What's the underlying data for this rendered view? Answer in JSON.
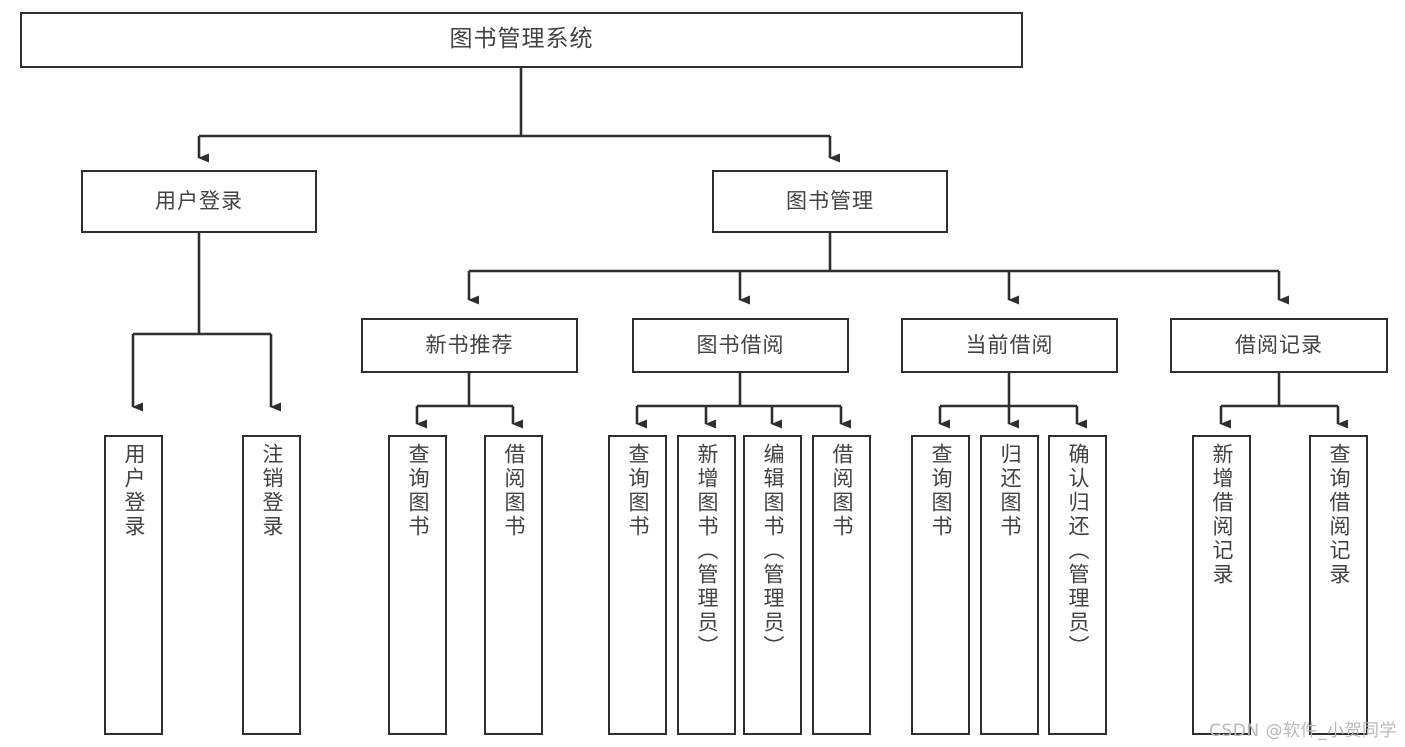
{
  "diagram": {
    "title": "图书管理系统",
    "type": "functional-structure-tree",
    "watermark": "CSDN @软件_小贺同学",
    "colors": {
      "background": "#ffffff",
      "box_border": "#2f2f2f",
      "box_fill": "#ffffff",
      "text": "#424242",
      "connector": "#2f2f2f",
      "watermark": "#b9b9b9"
    },
    "levels": {
      "level1": [
        "图书管理系统"
      ],
      "level2": [
        "用户登录",
        "图书管理"
      ],
      "level3": [
        "新书推荐",
        "图书借阅",
        "当前借阅",
        "借阅记录"
      ],
      "level4": [
        "用户登录",
        "注销登录",
        "查询图书",
        "借阅图书",
        "查询图书",
        "新增图书（管理员）",
        "编辑图书（管理员）",
        "借阅图书",
        "查询图书",
        "归还图书",
        "确认归还（管理员）",
        "新增借阅记录",
        "查询借阅记录"
      ]
    },
    "nodes": {
      "root": {
        "label": "图书管理系统"
      },
      "user_login": {
        "label": "用户登录"
      },
      "book_mgmt": {
        "label": "图书管理"
      },
      "new_book_rec": {
        "label": "新书推荐"
      },
      "book_borrow": {
        "label": "图书借阅"
      },
      "current_borrow": {
        "label": "当前借阅"
      },
      "borrow_record": {
        "label": "借阅记录"
      },
      "leaf_user_login": {
        "label": "用户登录"
      },
      "leaf_logout": {
        "label": "注销登录"
      },
      "leaf_query_book_1": {
        "label": "查询图书"
      },
      "leaf_borrow_book_1": {
        "label": "借阅图书"
      },
      "leaf_query_book_2": {
        "label": "查询图书"
      },
      "leaf_add_book_admin": {
        "label": "新增图书（管理员）"
      },
      "leaf_edit_book_admin": {
        "label": "编辑图书（管理员）"
      },
      "leaf_borrow_book_2": {
        "label": "借阅图书"
      },
      "leaf_query_book_3": {
        "label": "查询图书"
      },
      "leaf_return_book": {
        "label": "归还图书"
      },
      "leaf_confirm_return_admin": {
        "label": "确认归还（管理员）"
      },
      "leaf_add_record": {
        "label": "新增借阅记录"
      },
      "leaf_query_record": {
        "label": "查询借阅记录"
      }
    }
  }
}
